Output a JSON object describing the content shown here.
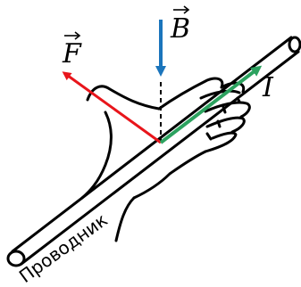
{
  "labels": {
    "force": "F",
    "field": "B",
    "current": "I",
    "conductor": "Проводник"
  },
  "colors": {
    "force_arrow": "#e8151b",
    "field_arrow": "#1b75bc",
    "current_arrow": "#2ca25f",
    "outline": "#000000"
  }
}
